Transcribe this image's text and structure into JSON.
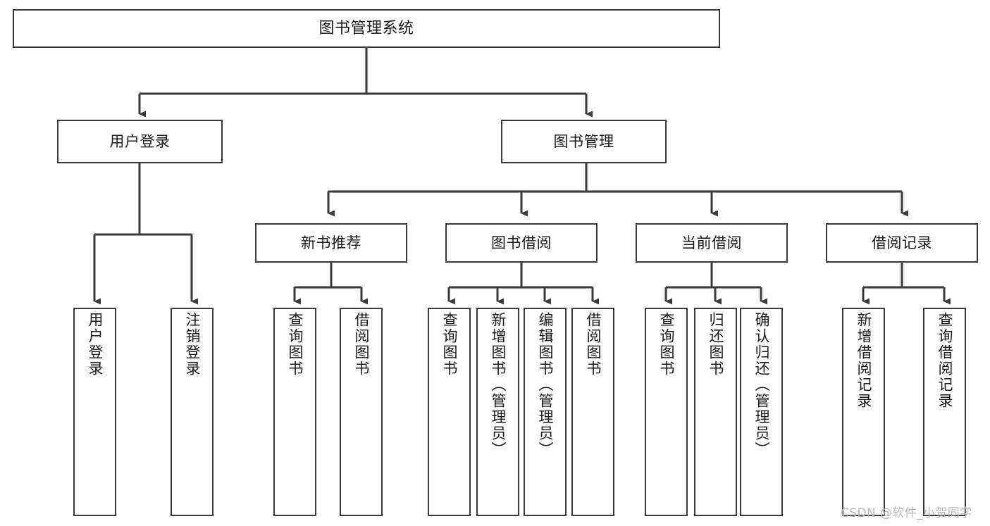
{
  "diagram": {
    "type": "tree",
    "title": "图书管理系统",
    "orientation": "top-down",
    "colors": {
      "box_border": "#3a3a3a",
      "box_fill": "#ffffff",
      "connector": "#3a3a3a",
      "text": "#1a1a1a",
      "watermark": "#b9b9b9"
    },
    "root": {
      "label": "图书管理系统",
      "text_orientation": "horizontal"
    },
    "level2": [
      {
        "label": "用户登录",
        "text_orientation": "horizontal"
      },
      {
        "label": "图书管理",
        "text_orientation": "horizontal"
      }
    ],
    "level3": [
      {
        "label": "新书推荐",
        "text_orientation": "horizontal"
      },
      {
        "label": "图书借阅",
        "text_orientation": "horizontal"
      },
      {
        "label": "当前借阅",
        "text_orientation": "horizontal"
      },
      {
        "label": "借阅记录",
        "text_orientation": "horizontal"
      }
    ],
    "leaves": {
      "user_login": [
        {
          "label": "用户登录",
          "text_orientation": "vertical"
        },
        {
          "label": "注销登录",
          "text_orientation": "vertical"
        }
      ],
      "new_book_recommend": [
        {
          "label": "查询图书",
          "text_orientation": "vertical"
        },
        {
          "label": "借阅图书",
          "text_orientation": "vertical"
        }
      ],
      "book_borrow": [
        {
          "label": "查询图书",
          "text_orientation": "vertical"
        },
        {
          "label": "新增图书（管理员）",
          "text_orientation": "vertical"
        },
        {
          "label": "编辑图书（管理员）",
          "text_orientation": "vertical"
        },
        {
          "label": "借阅图书",
          "text_orientation": "vertical"
        }
      ],
      "current_borrow": [
        {
          "label": "查询图书",
          "text_orientation": "vertical"
        },
        {
          "label": "归还图书",
          "text_orientation": "vertical"
        },
        {
          "label": "确认归还（管理员）",
          "text_orientation": "vertical"
        }
      ],
      "borrow_record": [
        {
          "label": "新增借阅记录",
          "text_orientation": "vertical"
        },
        {
          "label": "查询借阅记录",
          "text_orientation": "vertical"
        }
      ]
    },
    "watermark": "CSDN @软件_小贺同学"
  }
}
